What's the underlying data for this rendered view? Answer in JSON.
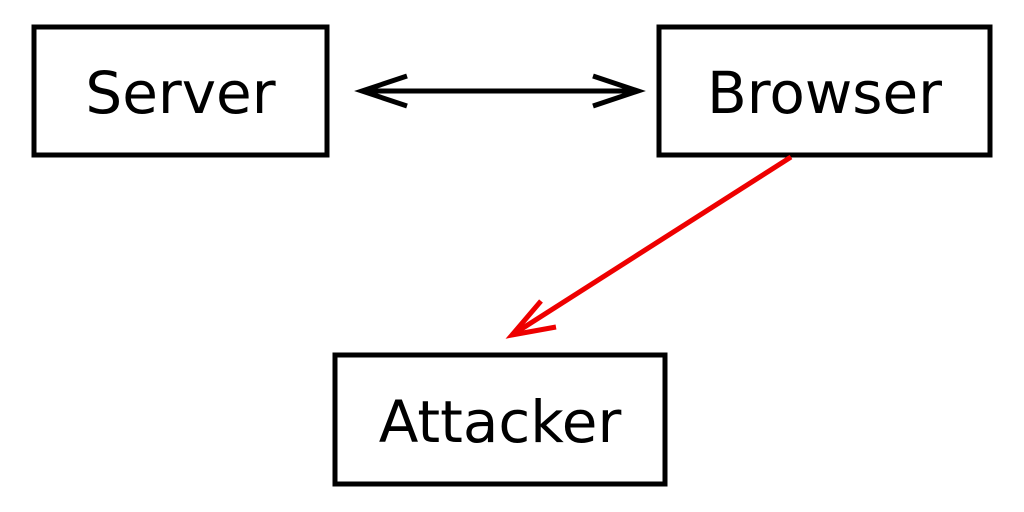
{
  "nodes": {
    "server": {
      "label": "Server"
    },
    "browser": {
      "label": "Browser"
    },
    "attacker": {
      "label": "Attacker"
    }
  },
  "edges": [
    {
      "from": "server",
      "to": "browser",
      "direction": "both",
      "color": "#000000"
    },
    {
      "from": "browser",
      "to": "attacker",
      "direction": "forward",
      "color": "#ee0000"
    }
  ],
  "colors": {
    "box_stroke": "#000000",
    "text": "#000000",
    "background": "#ffffff"
  }
}
